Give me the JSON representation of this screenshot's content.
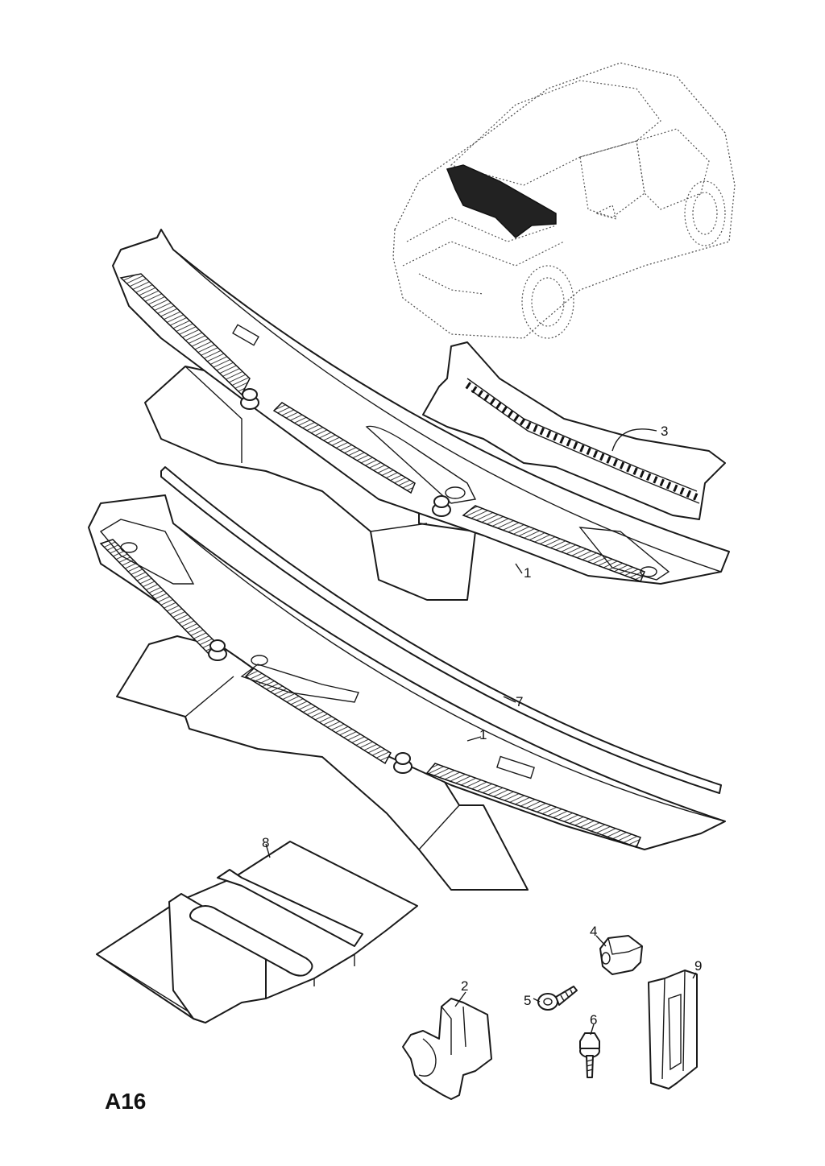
{
  "diagram": {
    "code": "A16",
    "callouts": [
      {
        "id": "c1a",
        "label": "1"
      },
      {
        "id": "c1b",
        "label": "1"
      },
      {
        "id": "c2",
        "label": "2"
      },
      {
        "id": "c3",
        "label": "3"
      },
      {
        "id": "c4",
        "label": "4"
      },
      {
        "id": "c5",
        "label": "5"
      },
      {
        "id": "c6",
        "label": "6"
      },
      {
        "id": "c7",
        "label": "7"
      },
      {
        "id": "c8",
        "label": "8"
      },
      {
        "id": "c9",
        "label": "9"
      }
    ]
  }
}
